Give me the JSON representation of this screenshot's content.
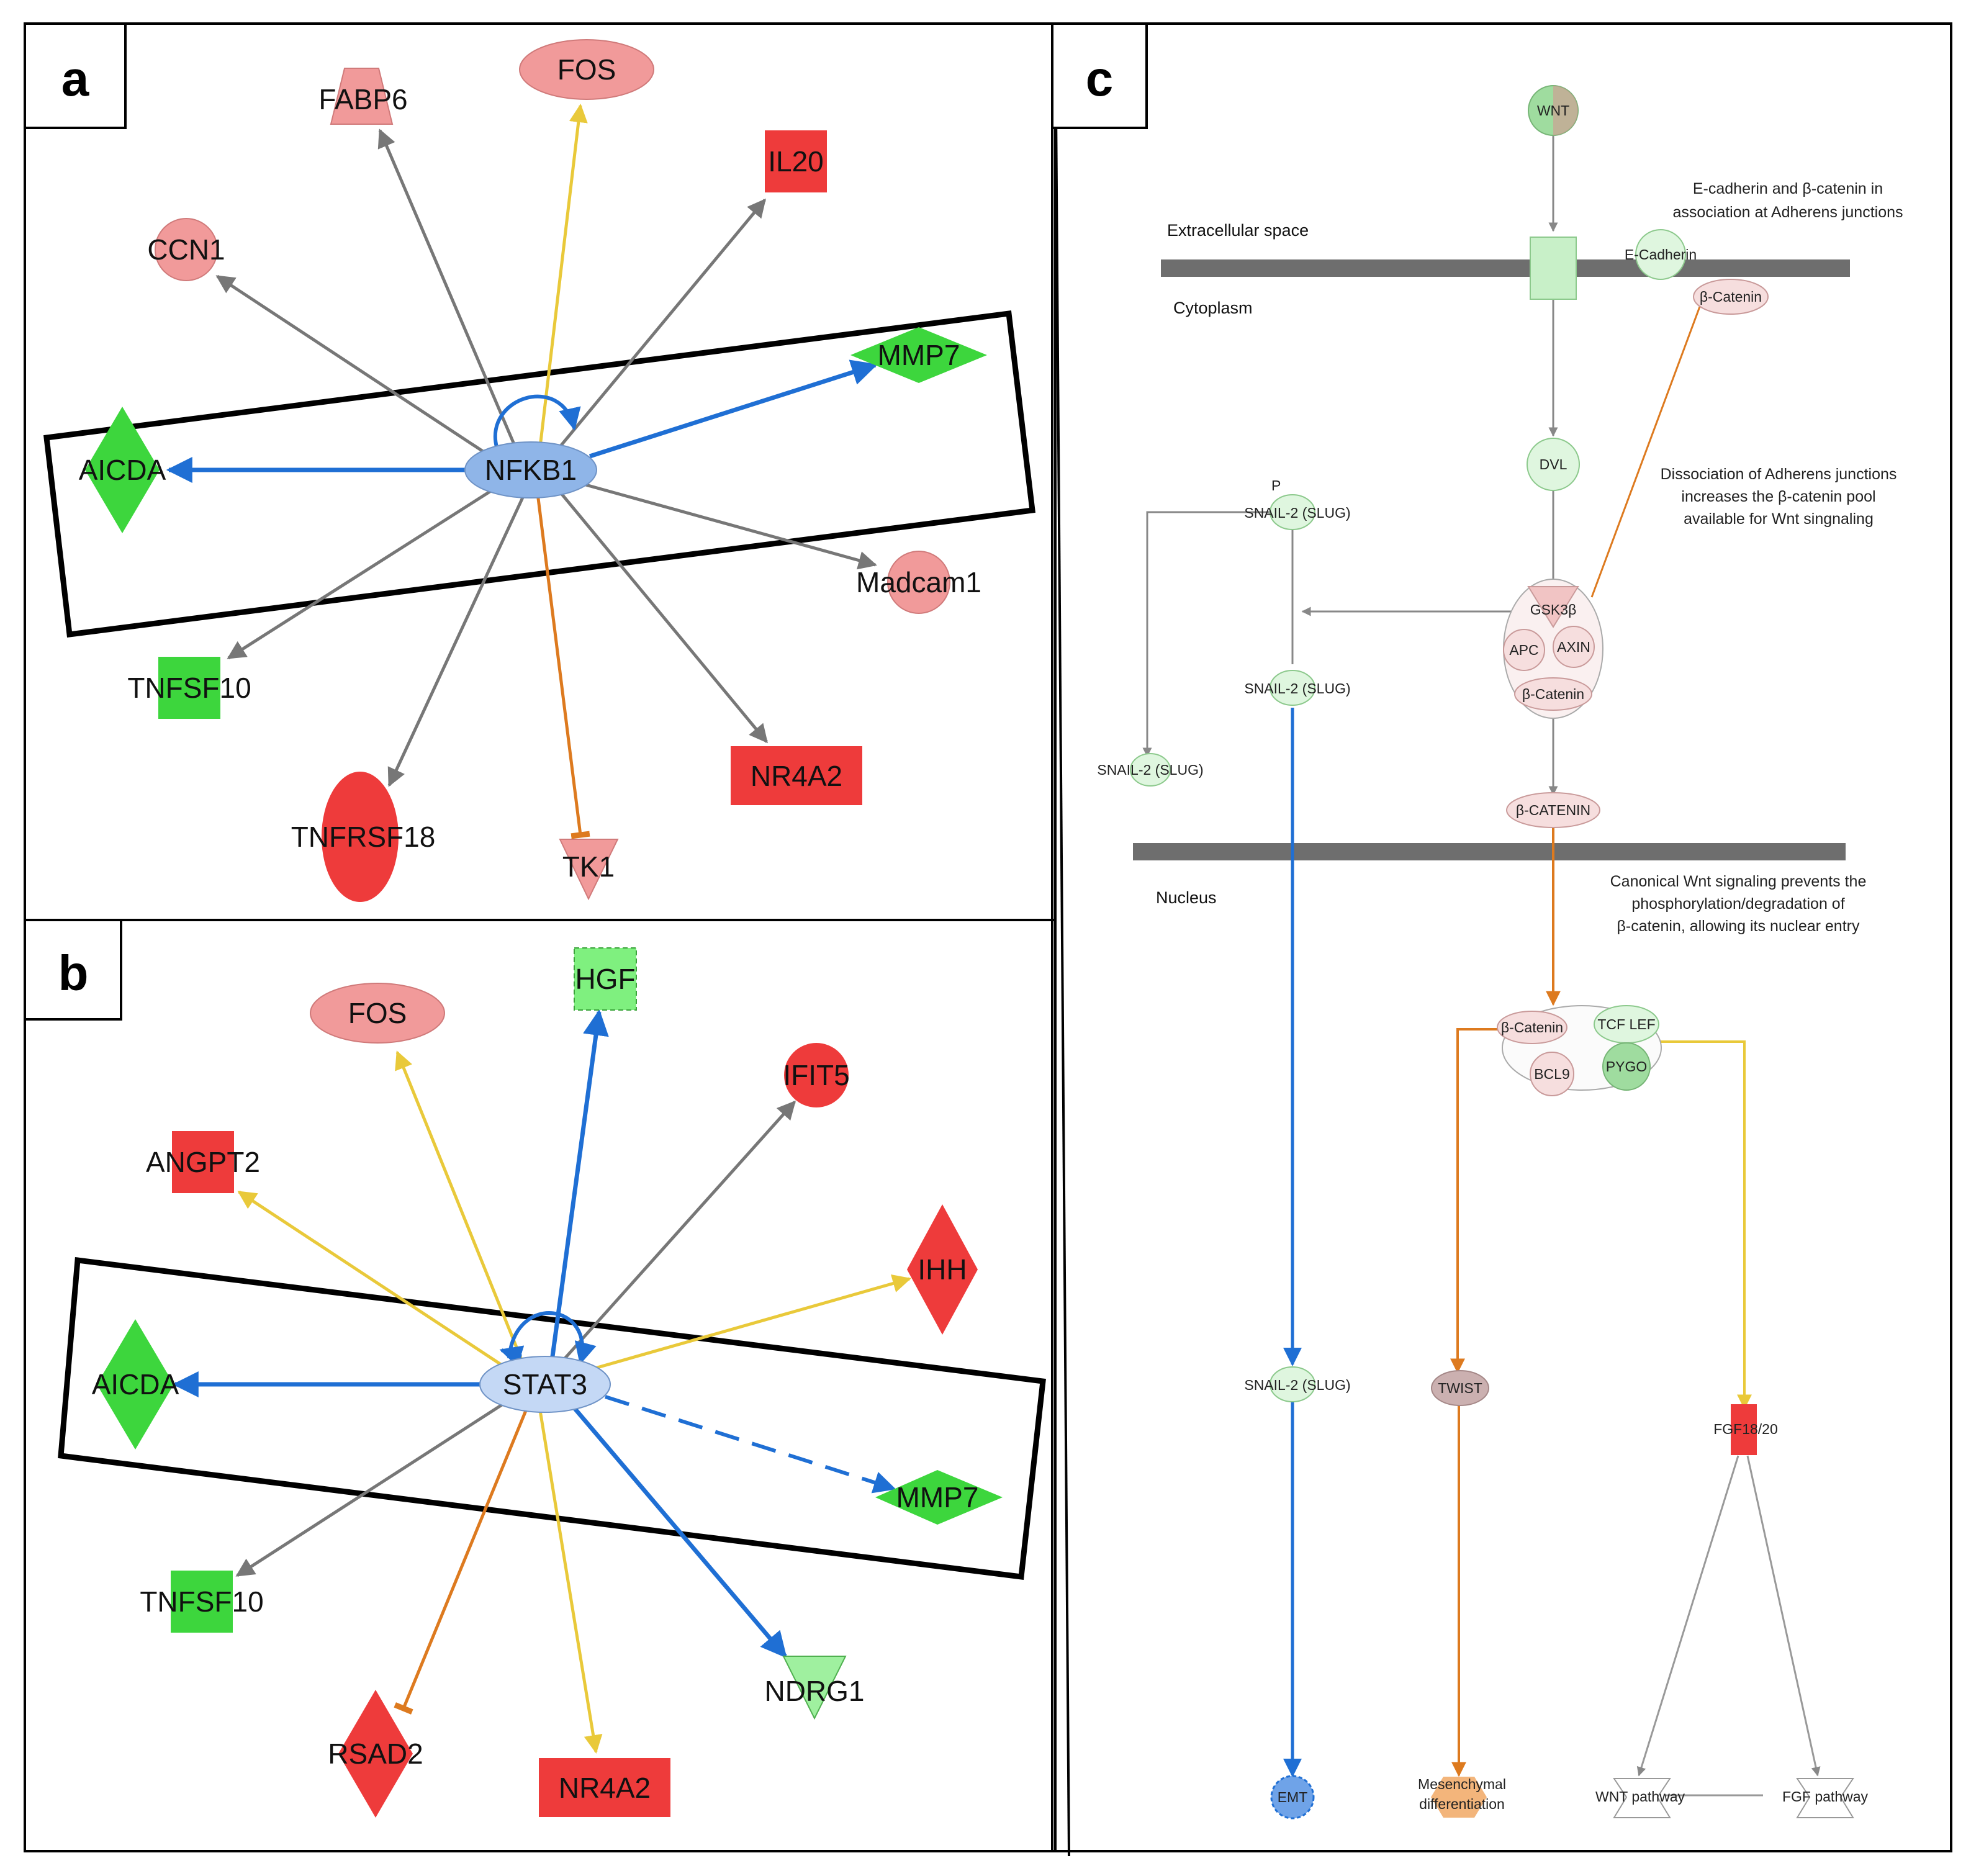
{
  "panels": {
    "a": "a",
    "b": "b",
    "c": "c"
  },
  "panel_a": {
    "hub": "NFKB1",
    "genes": {
      "fos": "FOS",
      "fabp6": "FABP6",
      "il20": "IL20",
      "ccn1": "CCN1",
      "mmp7": "MMP7",
      "aicda": "AICDA",
      "madcam1": "Madcam1",
      "tnfsf10": "TNFSF10",
      "nr4a2": "NR4A2",
      "tnfrsf18": "TNFRSF18",
      "tk1": "TK1"
    }
  },
  "panel_b": {
    "hub": "STAT3",
    "genes": {
      "fos": "FOS",
      "hgf": "HGF",
      "ifit5": "IFIT5",
      "angpt2": "ANGPT2",
      "ihh": "IHH",
      "aicda": "AICDA",
      "mmp7": "MMP7",
      "tnfsf10": "TNFSF10",
      "ndrg1": "NDRG1",
      "rsad2": "RSAD2",
      "nr4a2": "NR4A2"
    }
  },
  "panel_c": {
    "regions": {
      "extracellular": "Extracellular space",
      "cytoplasm": "Cytoplasm",
      "nucleus": "Nucleus"
    },
    "nodes": {
      "wnt": "WNT",
      "ecadherin": "E-Cadherin",
      "bcatenin_mem": "β-Catenin",
      "dvl": "DVL",
      "gsk3b": "GSK3β",
      "apc": "APC",
      "axin": "AXIN",
      "bcatenin_cx": "β-Catenin",
      "bcatenin_free": "β-CATENIN",
      "snail_p": "P",
      "snail1": "SNAIL-2 (SLUG)",
      "snail2": "SNAIL-2 (SLUG)",
      "snail3": "SNAIL-2 (SLUG)",
      "snail4": "SNAIL-2 (SLUG)",
      "bcatenin_nuc": "β-Catenin",
      "tcflef": "TCF LEF",
      "bcl9": "BCL9",
      "pygo": "PYGO",
      "twist": "TWIST",
      "fgf": "FGF18/20",
      "emt": "EMT",
      "mesenchymal1": "Mesenchymal",
      "mesenchymal2": "differentiation",
      "wnt_pathway": "WNT pathway",
      "fgf_pathway": "FGF pathway"
    },
    "notes": {
      "adherens1": "E-cadherin and β-catenin in",
      "adherens2": "association at Adherens junctions",
      "dissoc1": "Dissociation of Adherens junctions",
      "dissoc2": "increases the β-catenin pool",
      "dissoc3": "available for Wnt singnaling",
      "canon1": "Canonical Wnt signaling prevents the",
      "canon2": "phosphorylation/degradation of",
      "canon3": "β-catenin, allowing its nuclear entry"
    }
  },
  "colors": {
    "up_strong": "#ee3b3b",
    "up_light": "#f19a9a",
    "down_strong": "#3dd63d",
    "down_light": "#9ff09f",
    "hub": "#8fb5e8",
    "edge_blue": "#1f6fd4",
    "edge_yellow": "#e9c93a",
    "edge_gray": "#777777",
    "edge_orange": "#dd7a1f"
  }
}
